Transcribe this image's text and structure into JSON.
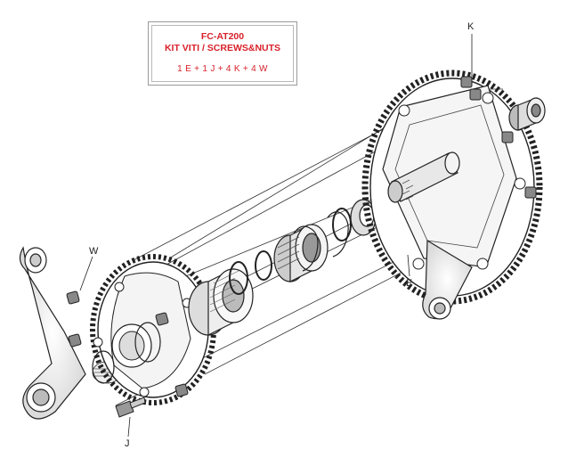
{
  "kit": {
    "code": "FC-AT200",
    "name": "KIT VITI / SCREWS&NUTS",
    "contents": "1 E + 1 J + 4 K + 4 W"
  },
  "callouts": {
    "k": "K",
    "w": "W",
    "e": "E",
    "j": "J"
  },
  "colors": {
    "kit_text": "#d8202a",
    "line_art": "#222222"
  }
}
